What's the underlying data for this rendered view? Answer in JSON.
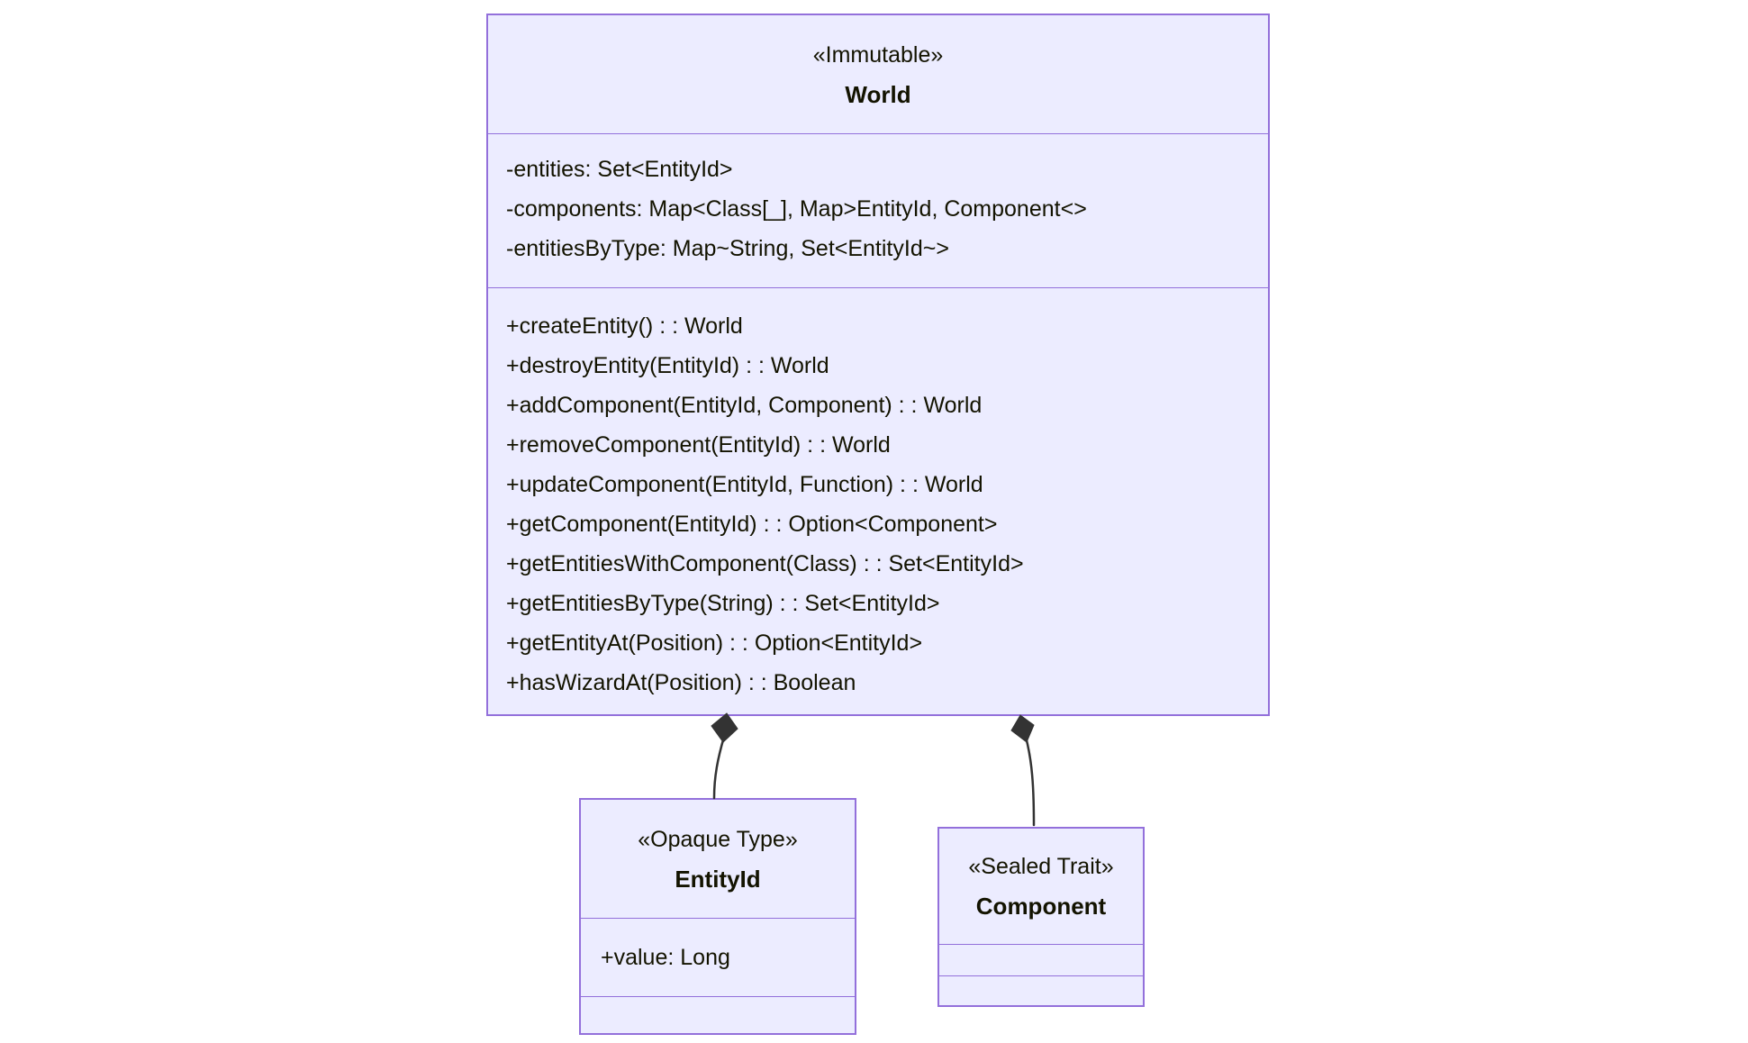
{
  "theme": {
    "background": "#FFFFFF",
    "node_fill": "#ECECFF",
    "node_border": "#9370DB",
    "divider_color": "#9370DB",
    "text_color": "#131300",
    "edge_color": "#333333"
  },
  "diagram": {
    "kind": "uml-class-diagram",
    "classes": [
      {
        "name": "World",
        "stereotype": "«Immutable»",
        "attributes": [
          "-entities: Set<EntityId>",
          "-components: Map<Class[_], Map>EntityId, Component<>",
          "-entitiesByType: Map~String, Set<EntityId~>"
        ],
        "methods": [
          "+createEntity() : : World",
          "+destroyEntity(EntityId) : : World",
          "+addComponent(EntityId, Component) : : World",
          "+removeComponent(EntityId) : : World",
          "+updateComponent(EntityId, Function) : : World",
          "+getComponent(EntityId) : : Option<Component>",
          "+getEntitiesWithComponent(Class) : : Set<EntityId>",
          "+getEntitiesByType(String) : : Set<EntityId>",
          "+getEntityAt(Position) : : Option<EntityId>",
          "+hasWizardAt(Position) : : Boolean"
        ]
      },
      {
        "name": "EntityId",
        "stereotype": "«Opaque Type»",
        "attributes": [
          "+value: Long"
        ],
        "methods": []
      },
      {
        "name": "Component",
        "stereotype": "«Sealed Trait»",
        "attributes": [],
        "methods": []
      }
    ],
    "relations": [
      {
        "from": "World",
        "to": "EntityId",
        "type": "composition"
      },
      {
        "from": "World",
        "to": "Component",
        "type": "composition"
      }
    ]
  }
}
